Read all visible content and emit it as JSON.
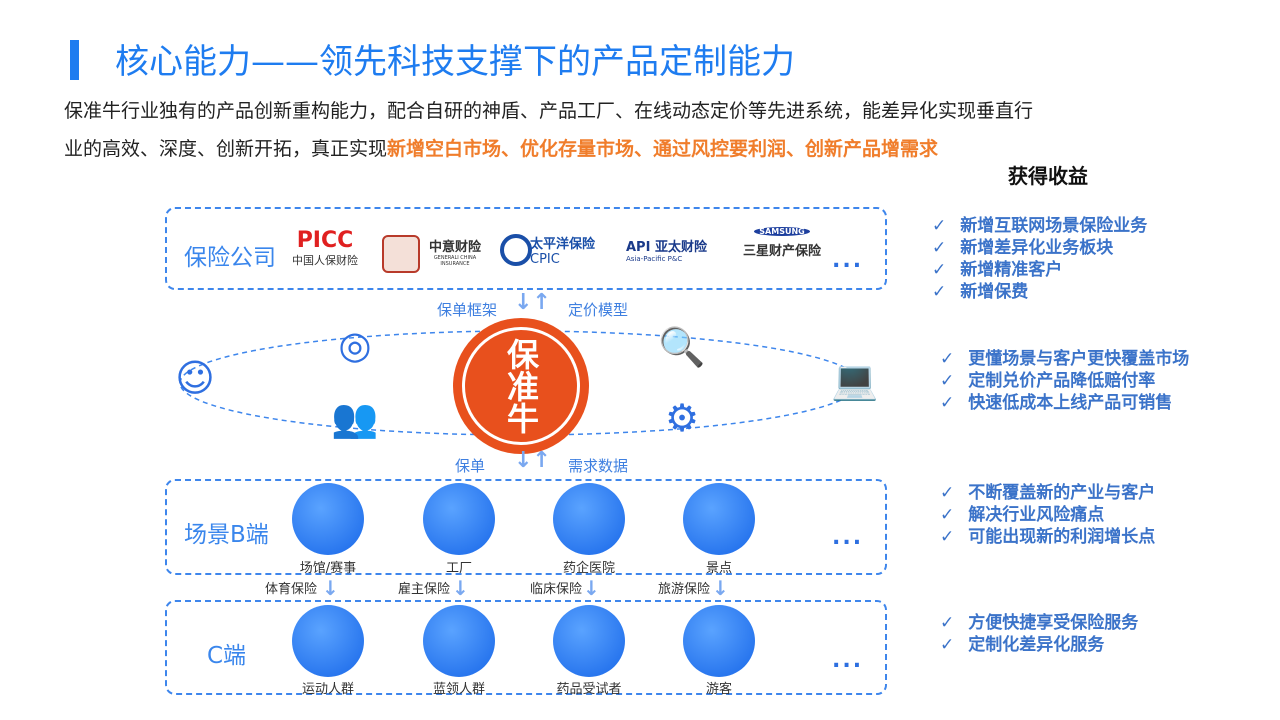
{
  "title": "核心能力——领先科技支撑下的产品定制能力",
  "intro": {
    "text": "保准牛行业独有的产品创新重构能力，配合自研的神盾、产品工厂、在线动态定价等先进系统，能差异化实现垂直行业的高效、深度、创新开拓，真正实现",
    "highlight": "新增空白市场、优化存量市场、通过风控要利润、创新产品增需求"
  },
  "companies": {
    "label": "保险公司",
    "logos": [
      {
        "name": "PICC",
        "sub": "中国人保财险"
      },
      {
        "name": "中意财险",
        "sub": "GENERALI CHINA INSURANCE"
      },
      {
        "name": "太平洋保险",
        "sub": "CPIC"
      },
      {
        "name": "API 亚太财险",
        "sub": "Asia-Pacific P&C"
      },
      {
        "name": "SAMSUNG",
        "sub": "三星财产保险"
      }
    ],
    "more": "..."
  },
  "center": {
    "logo_text": "保准牛",
    "top_left": "保单框架",
    "top_right": "定价模型",
    "bottom_left": "保单",
    "bottom_right": "需求数据"
  },
  "scene_b": {
    "label": "场景B端",
    "items": [
      "场馆/赛事",
      "工厂",
      "药企医院",
      "景点"
    ],
    "more": "..."
  },
  "links": [
    "体育保险",
    "雇主保险",
    "临床保险",
    "旅游保险"
  ],
  "c_end": {
    "label": "C端",
    "items": [
      "运动人群",
      "蓝领人群",
      "药品受试者",
      "游客"
    ],
    "more": "..."
  },
  "benefits": {
    "title": "获得收益",
    "check": "✓",
    "groups": [
      [
        "新增互联网场景保险业务",
        "新增差异化业务板块",
        "新增精准客户",
        "新增保费"
      ],
      [
        "更懂场景与客户更快覆盖市场",
        "定制兑价产品降低赔付率",
        "快速低成本上线产品可销售"
      ],
      [
        "不断覆盖新的产业与客户",
        "解决行业风险痛点",
        "可能出现新的利润增长点"
      ],
      [
        "方便快捷享受保险服务",
        "定制化差异化服务"
      ]
    ]
  },
  "colors": {
    "accent": "#1e7cf0",
    "highlight": "#f07d2b",
    "logo": "#e8501d"
  }
}
